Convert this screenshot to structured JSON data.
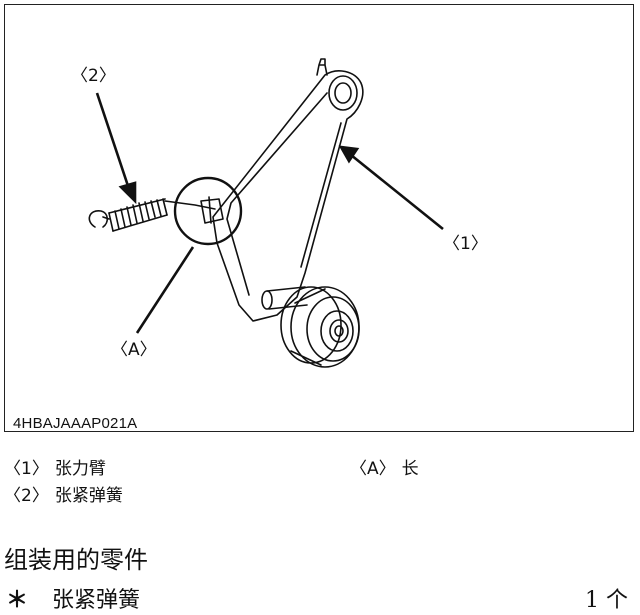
{
  "figure": {
    "code": "4HBAJAAAP021A",
    "callouts": {
      "one": "〈1〉",
      "two": "〈2〉",
      "a": "〈A〉"
    }
  },
  "legend": [
    {
      "code": "〈1〉",
      "label": "张力臂"
    },
    {
      "code": "〈2〉",
      "label": "张紧弹簧"
    },
    {
      "code": "〈A〉",
      "label": "长"
    }
  ],
  "parts_section": {
    "title": "组装用的零件",
    "items": [
      {
        "bullet": "＊",
        "name": "张紧弹簧",
        "qty": "1 个"
      }
    ]
  }
}
